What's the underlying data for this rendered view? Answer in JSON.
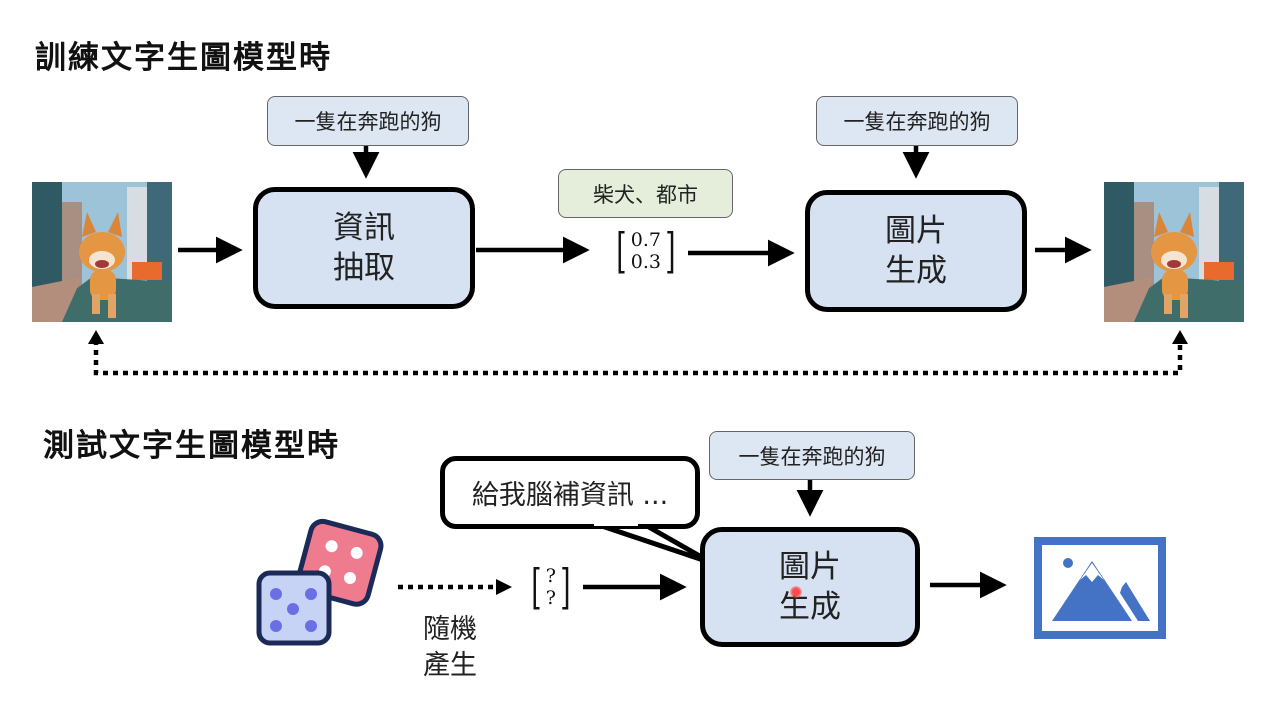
{
  "training": {
    "heading": "訓練文字生圖模型時",
    "prompt_left": "一隻在奔跑的狗",
    "prompt_right": "一隻在奔跑的狗",
    "extractor": {
      "line1": "資訊",
      "line2": "抽取"
    },
    "generator": {
      "line1": "圖片",
      "line2": "生成"
    },
    "info_tag": "柴犬、都市",
    "vector": [
      "0.7",
      "0.3"
    ],
    "input_image": "shiba-dog-running-city-photo",
    "output_image": "shiba-dog-running-city-photo"
  },
  "testing": {
    "heading": "測試文字生圖模型時",
    "prompt": "一隻在奔跑的狗",
    "speech_bubble": "給我腦補資訊 ...",
    "generator": {
      "line1": "圖片",
      "line2": "生成"
    },
    "random_label": {
      "line1": "隨機",
      "line2": "產生"
    },
    "vector": [
      "?",
      "?"
    ],
    "dice_icon": "dice-icon",
    "output_icon": "image-placeholder-icon"
  },
  "colors": {
    "module_fill": "#d6e1f1",
    "prompt_fill": "#dde7f3",
    "tag_fill": "#e4eedb",
    "icon_blue": "#4472c4",
    "dice_red": "#ef7b8e",
    "dice_blue": "#c7d3f5"
  }
}
